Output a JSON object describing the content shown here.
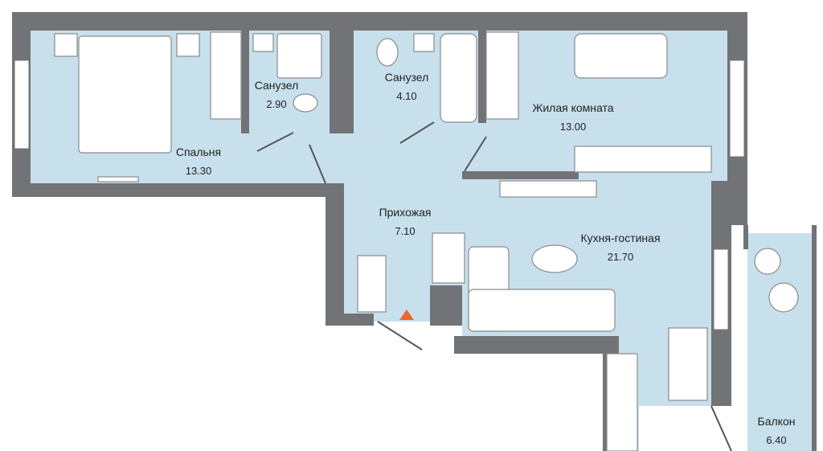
{
  "colors": {
    "wall": "#727376",
    "room": "#c8e0ec",
    "entrance": "#e8692a",
    "furniture": "#ffffff"
  },
  "rooms": [
    {
      "name": "Спальня",
      "area": "13.30"
    },
    {
      "name": "Санузел",
      "area": "2.90"
    },
    {
      "name": "Санузел",
      "area": "4.10"
    },
    {
      "name": "Жилая комната",
      "area": "13.00"
    },
    {
      "name": "Прихожая",
      "area": "7.10"
    },
    {
      "name": "Кухня-гостиная",
      "area": "21.70"
    },
    {
      "name": "Балкон",
      "area": "6.40"
    }
  ]
}
